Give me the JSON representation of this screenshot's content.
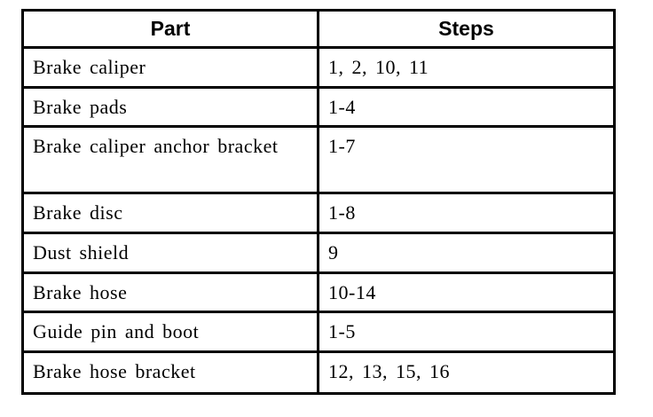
{
  "table": {
    "headers": {
      "part": "Part",
      "steps": "Steps"
    },
    "rows": [
      {
        "part": "Brake caliper",
        "steps": "1, 2, 10, 11"
      },
      {
        "part": "Brake pads",
        "steps": "1-4"
      },
      {
        "part": "Brake caliper anchor bracket",
        "steps": "1-7"
      },
      {
        "part": "Brake disc",
        "steps": "1-8"
      },
      {
        "part": "Dust shield",
        "steps": "9"
      },
      {
        "part": "Brake hose",
        "steps": "10-14"
      },
      {
        "part": "Guide pin and boot",
        "steps": "1-5"
      },
      {
        "part": "Brake hose bracket",
        "steps": "12, 13, 15, 16"
      }
    ],
    "colors": {
      "border": "#000000",
      "text": "#000000",
      "background": "#ffffff"
    }
  }
}
